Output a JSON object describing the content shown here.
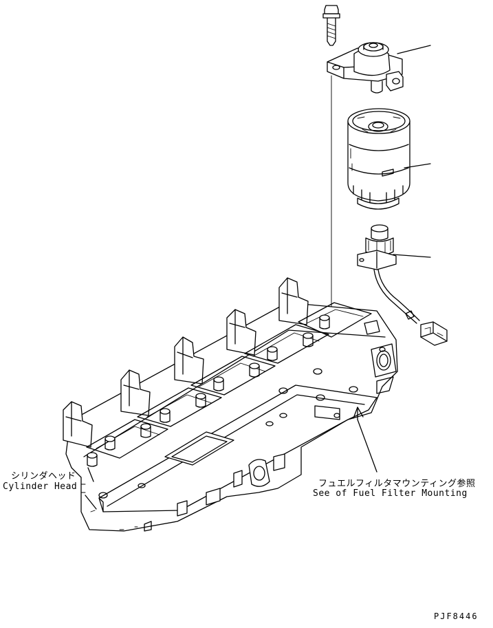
{
  "labels": {
    "cylinder_head_jp": "シリンダヘッド",
    "cylinder_head_en": "Cylinder Head",
    "reference_jp": "フュエルフィルタマウンティング参照",
    "reference_en": "See of Fuel Filter Mounting",
    "drawing_code": "PJF8446"
  },
  "parts": [
    {
      "name": "bolt"
    },
    {
      "name": "filter-head-bracket"
    },
    {
      "name": "fuel-filter-cartridge"
    },
    {
      "name": "water-sensor-with-connector"
    },
    {
      "name": "cylinder-head"
    }
  ]
}
